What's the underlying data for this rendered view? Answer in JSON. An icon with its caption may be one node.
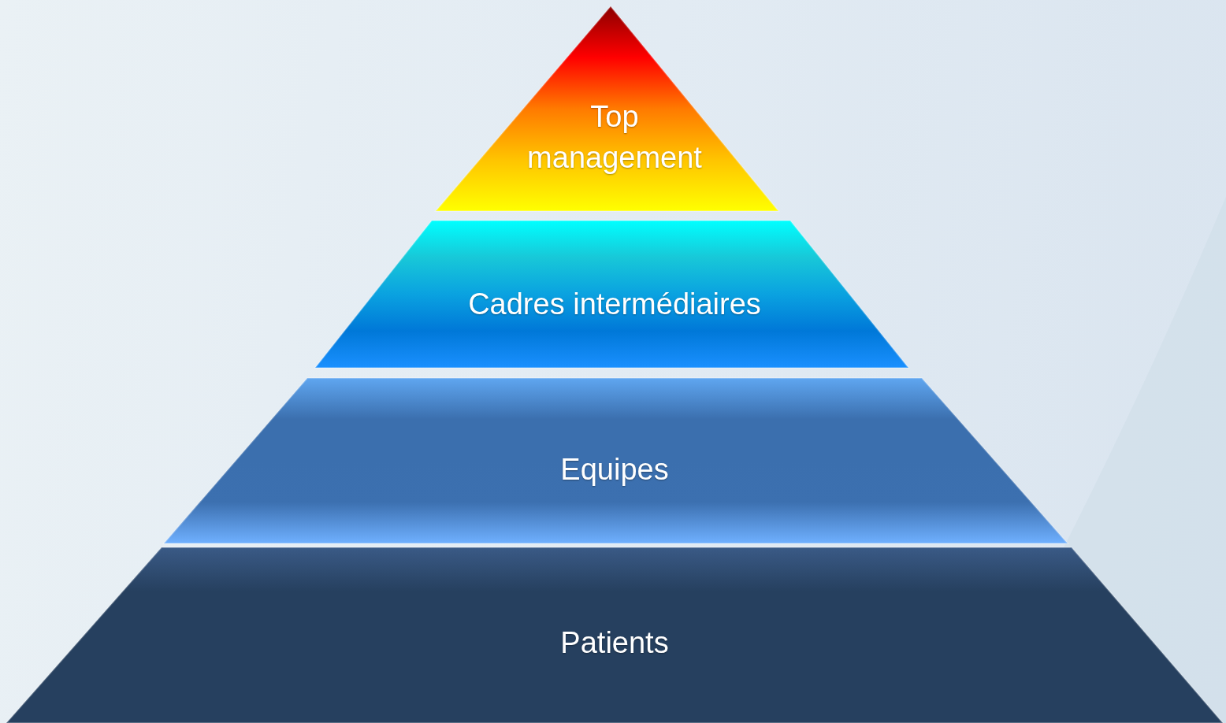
{
  "diagram": {
    "nodes": [
      {
        "text": [
          "Top management"
        ]
      },
      {
        "text": [
          "Cadres intermédiaires"
        ]
      },
      {
        "text": [
          "Equipes"
        ]
      },
      {
        "text": [
          "Patients"
        ]
      }
    ]
  }
}
